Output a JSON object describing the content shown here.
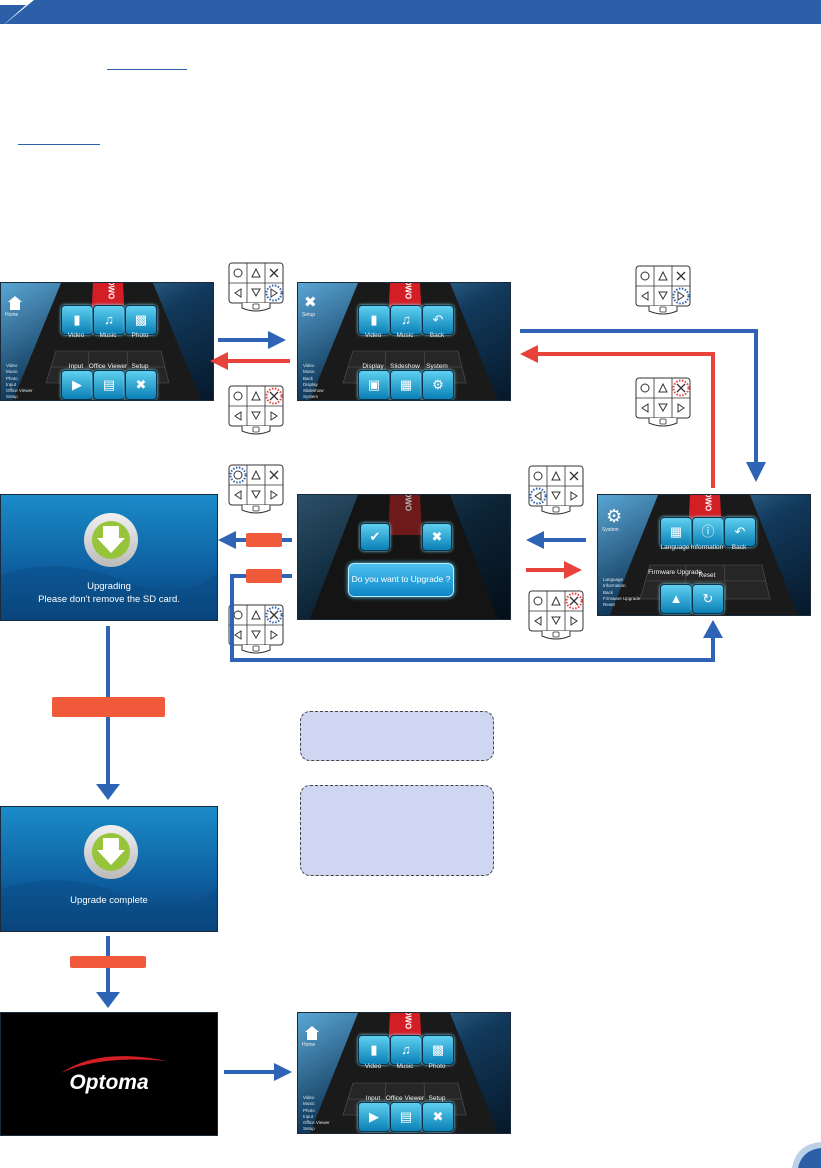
{
  "colors": {
    "flow_blue": "#2e63b5",
    "flow_red": "#e8433b",
    "pill": "#f05a3a",
    "band_red": "#d41e25"
  },
  "home_menu": {
    "corner_label": "Home",
    "labels": [
      "Video",
      "Music",
      "Photo",
      "Input",
      "Office Viewer",
      "Setup"
    ],
    "icons": [
      "film-icon",
      "music-note-icon",
      "photo-icon",
      "input-icon",
      "document-icon",
      "tools-icon"
    ],
    "legend": [
      "Video",
      "Music",
      "Photo",
      "Input",
      "Office Viewer",
      "Setup"
    ]
  },
  "setup_menu": {
    "corner_label": "Setup",
    "labels": [
      "Video",
      "Music",
      "Back",
      "Display",
      "Slideshow",
      "System"
    ],
    "icons": [
      "film-icon",
      "music-note-icon",
      "back-arrow-icon",
      "display-icon",
      "slideshow-icon",
      "gear-icon"
    ],
    "legend": [
      "Video",
      "Music",
      "Back",
      "Display",
      "Slideshow",
      "System"
    ]
  },
  "system_menu": {
    "corner_label": "System",
    "labels": [
      "Language",
      "Information",
      "Back",
      "Firmware Upgrade",
      "Reset"
    ],
    "icons": [
      "language-icon",
      "info-icon",
      "back-arrow-icon",
      "upgrade-icon",
      "reset-icon"
    ],
    "legend": [
      "Language",
      "Information",
      "Back",
      "Firmware Upgrade",
      "Reset"
    ]
  },
  "confirm_dialog": {
    "question": "Do you want to Upgrade ?"
  },
  "upgrading_screen": {
    "line1": "Upgrading",
    "line2": "Please don't remove the SD card."
  },
  "complete_screen": {
    "text": "Upgrade complete"
  },
  "boot_screen": {
    "logo": "Optoma"
  },
  "band_text": "DWO"
}
